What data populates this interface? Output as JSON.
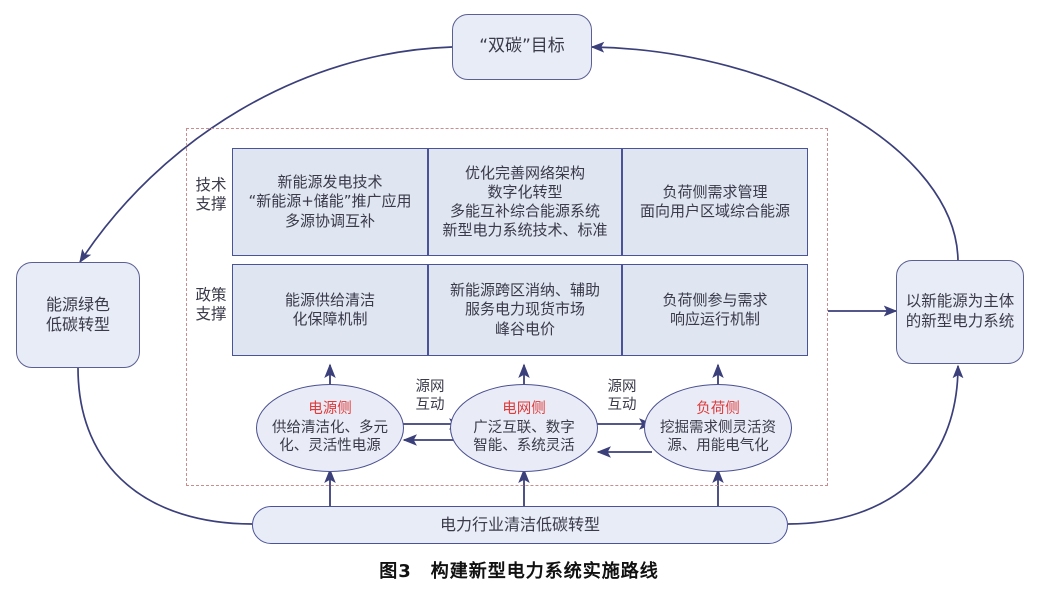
{
  "figure": {
    "caption": "图3　构建新型电力系统实施路线",
    "caption_number": "图3",
    "caption_title": "构建新型电力系统实施路线"
  },
  "colors": {
    "node_fill": "#e8ecf6",
    "node_stroke": "#4a529a",
    "box_fill": "#dfe5f1",
    "dashed_border": "#c98d8d",
    "accent_red": "#e03b3b",
    "arrow": "#3b3f7a",
    "text": "#3a3a4a"
  },
  "goal_node": {
    "label": "“双碳”目标"
  },
  "left_node": {
    "label": "能源绿色\n低碳转型"
  },
  "right_node": {
    "label": "以新能源为主体\n的新型电力系统"
  },
  "bottom_bar": {
    "label": "电力行业清洁低碳转型"
  },
  "row_labels": {
    "tech": "技术\n支撑",
    "policy": "政策\n支撑"
  },
  "tech_boxes": [
    {
      "label": "新能源发电技术\n“新能源+储能”推广应用\n多源协调互补"
    },
    {
      "label": "优化完善网络架构\n数字化转型\n多能互补综合能源系统\n新型电力系统技术、标准"
    },
    {
      "label": "负荷侧需求管理\n面向用户区域综合能源"
    }
  ],
  "policy_boxes": [
    {
      "label": "能源供给清洁\n化保障机制"
    },
    {
      "label": "新能源跨区消纳、辅助\n服务电力现货市场\n峰谷电价"
    },
    {
      "label": "负荷侧参与需求\n响应运行机制"
    }
  ],
  "ovals": [
    {
      "title": "电源侧",
      "body": "供给清洁化、多元\n化、灵活性电源"
    },
    {
      "title": "电网侧",
      "body": "广泛互联、数字\n智能、系统灵活"
    },
    {
      "title": "负荷侧",
      "body": "挖掘需求侧灵活资\n源、用能电气化"
    }
  ],
  "interaction_labels": [
    {
      "label": "源网\n互动"
    },
    {
      "label": "源网\n互动"
    }
  ]
}
